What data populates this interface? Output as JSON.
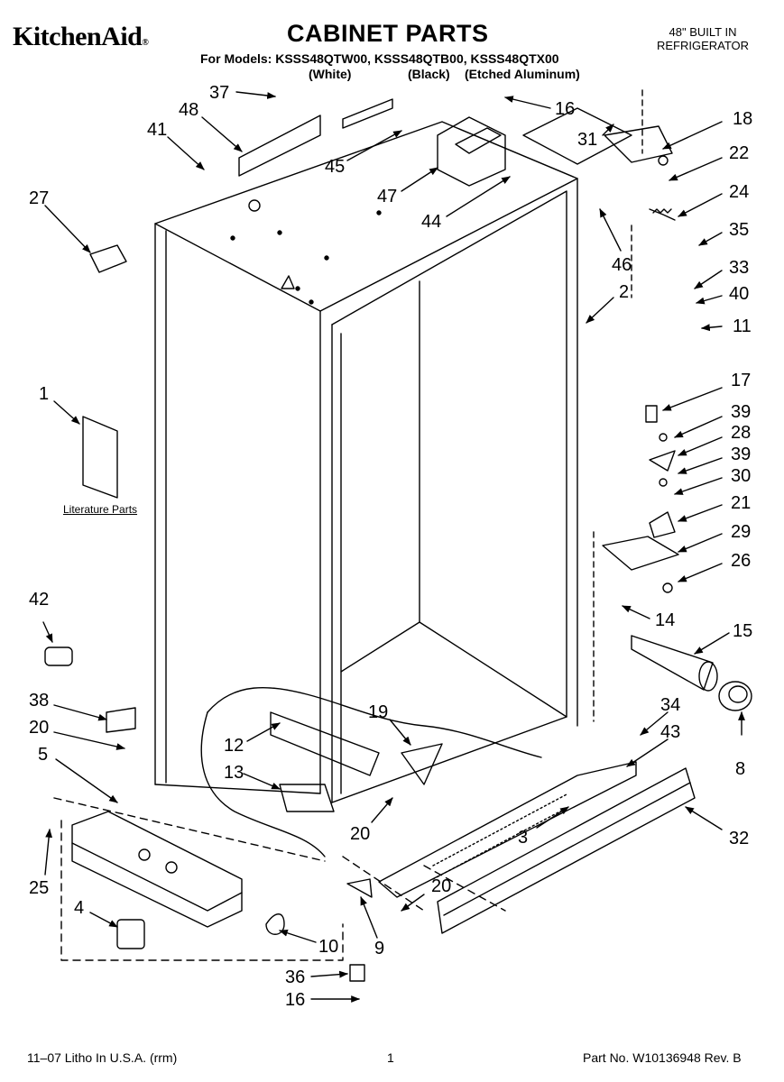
{
  "header": {
    "brand": "KitchenAid",
    "brand_mark": "®",
    "title": "CABINET PARTS",
    "product_line1": "48\" BUILT IN",
    "product_line2": "REFRIGERATOR",
    "models_label": "For Models: KSSS48QTW00, KSSS48QTB00, KSSS48QTX00",
    "variants": [
      "(White)",
      "(Black)",
      "(Etched Aluminum)"
    ]
  },
  "diagram": {
    "literature_label": "Literature Parts",
    "callouts": {
      "c37": "37",
      "c48": "48",
      "c41": "41",
      "c27": "27",
      "c45": "45",
      "c47": "47",
      "c44": "44",
      "c16a": "16",
      "c31": "31",
      "c18": "18",
      "c22": "22",
      "c24": "24",
      "c35": "35",
      "c46": "46",
      "c33": "33",
      "c2": "2",
      "c40": "40",
      "c11": "11",
      "c1": "1",
      "c17": "17",
      "c39a": "39",
      "c28": "28",
      "c39b": "39",
      "c30": "30",
      "c21": "21",
      "c29": "29",
      "c26": "26",
      "c42": "42",
      "c14": "14",
      "c15": "15",
      "c38": "38",
      "c20a": "20",
      "c5": "5",
      "c19": "19",
      "c12": "12",
      "c34": "34",
      "c43": "43",
      "c13": "13",
      "c8": "8",
      "c20b": "20",
      "c3": "3",
      "c32": "32",
      "c25": "25",
      "c20c": "20",
      "c4": "4",
      "c10": "10",
      "c9": "9",
      "c36": "36",
      "c16b": "16"
    }
  },
  "footer": {
    "left": "11–07 Litho In U.S.A. (rrm)",
    "page": "1",
    "part_no": "Part No. W10136948 Rev. B"
  }
}
